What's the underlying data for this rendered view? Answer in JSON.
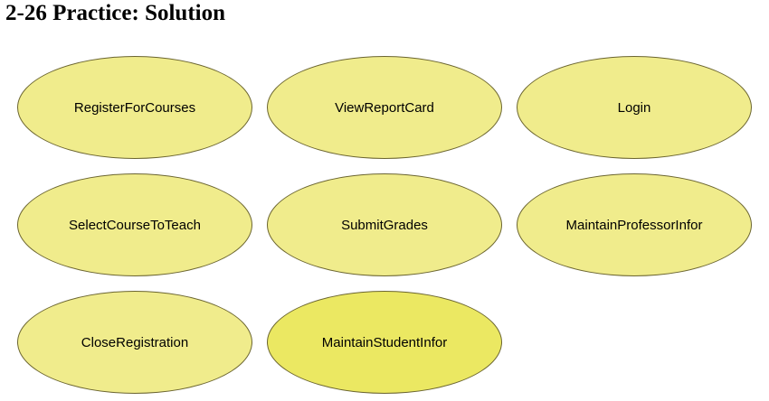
{
  "title": "2-26 Practice: Solution",
  "colors": {
    "ellipse_fill": "#f0ec8c",
    "ellipse_fill_highlight": "#ebe862",
    "ellipse_stroke": "#6b6530"
  },
  "use_cases": [
    {
      "label": "RegisterForCourses",
      "highlight": false
    },
    {
      "label": "ViewReportCard",
      "highlight": false
    },
    {
      "label": "Login",
      "highlight": false
    },
    {
      "label": "SelectCourseToTeach",
      "highlight": false
    },
    {
      "label": "SubmitGrades",
      "highlight": false
    },
    {
      "label": "MaintainProfessorInfor",
      "highlight": false
    },
    {
      "label": "CloseRegistration",
      "highlight": false
    },
    {
      "label": "MaintainStudentInfor",
      "highlight": true
    }
  ]
}
